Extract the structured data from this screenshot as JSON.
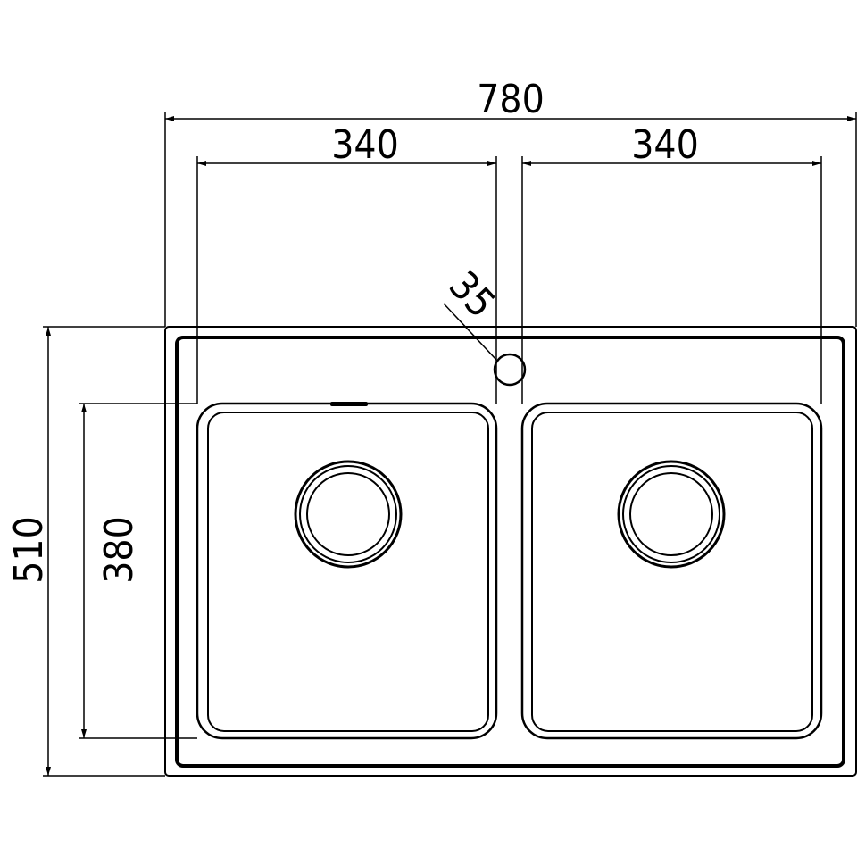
{
  "dimensions": {
    "overall_width": "780",
    "left_bowl_width": "340",
    "right_bowl_width": "340",
    "tap_hole_diameter": "35",
    "overall_depth": "510",
    "bowl_depth": "380"
  }
}
